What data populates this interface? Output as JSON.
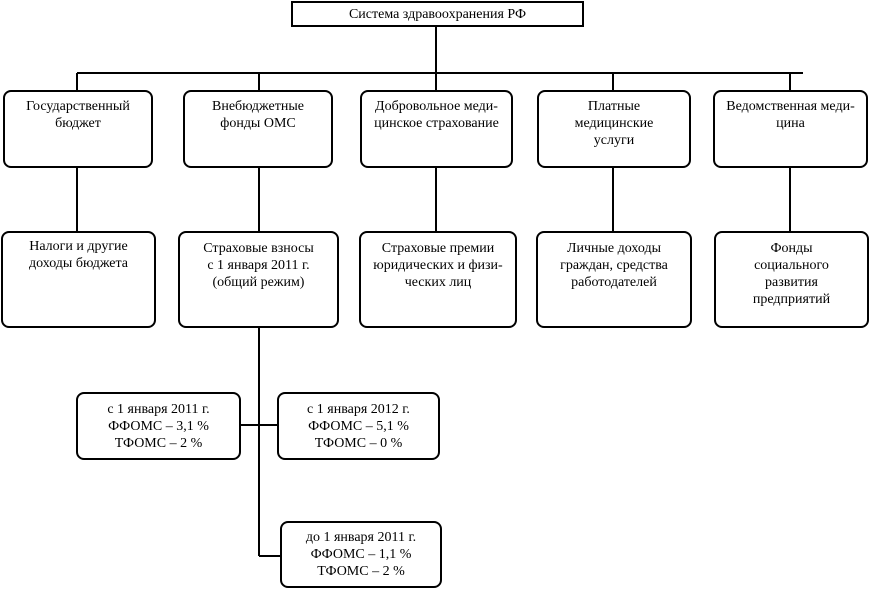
{
  "root": {
    "lines": [
      "Система здравоохранения РФ"
    ]
  },
  "sources": [
    {
      "lines": [
        "Государственный",
        "бюджет"
      ]
    },
    {
      "lines": [
        "Внебюджетные",
        "фонды ОМС"
      ]
    },
    {
      "lines": [
        "Добровольное меди-",
        "цинское страхование"
      ]
    },
    {
      "lines": [
        "Платные",
        "медицинские",
        "услуги"
      ]
    },
    {
      "lines": [
        "Ведомственная меди-",
        "цина"
      ]
    }
  ],
  "revenues": [
    {
      "lines": [
        "Налоги и другие",
        "доходы бюджета"
      ]
    },
    {
      "lines": [
        "Страховые взносы",
        "с 1 января 2011 г.",
        "(общий режим)"
      ]
    },
    {
      "lines": [
        "Страховые премии",
        "юридических и физи-",
        "ческих лиц"
      ]
    },
    {
      "lines": [
        "Личные доходы",
        "граждан, средства",
        "работодателей"
      ]
    },
    {
      "lines": [
        "Фонды",
        "социального",
        "развития",
        "предприятий"
      ]
    }
  ],
  "rates": [
    {
      "lines": [
        "с 1 января 2011 г.",
        "ФФОМС – 3,1 %",
        "ТФОМС – 2 %"
      ]
    },
    {
      "lines": [
        "с 1 января 2012 г.",
        "ФФОМС – 5,1 %",
        "ТФОМС – 0 %"
      ]
    },
    {
      "lines": [
        "до 1 января 2011 г.",
        "ФФОМС – 1,1 %",
        "ТФОМС – 2 %"
      ]
    }
  ]
}
